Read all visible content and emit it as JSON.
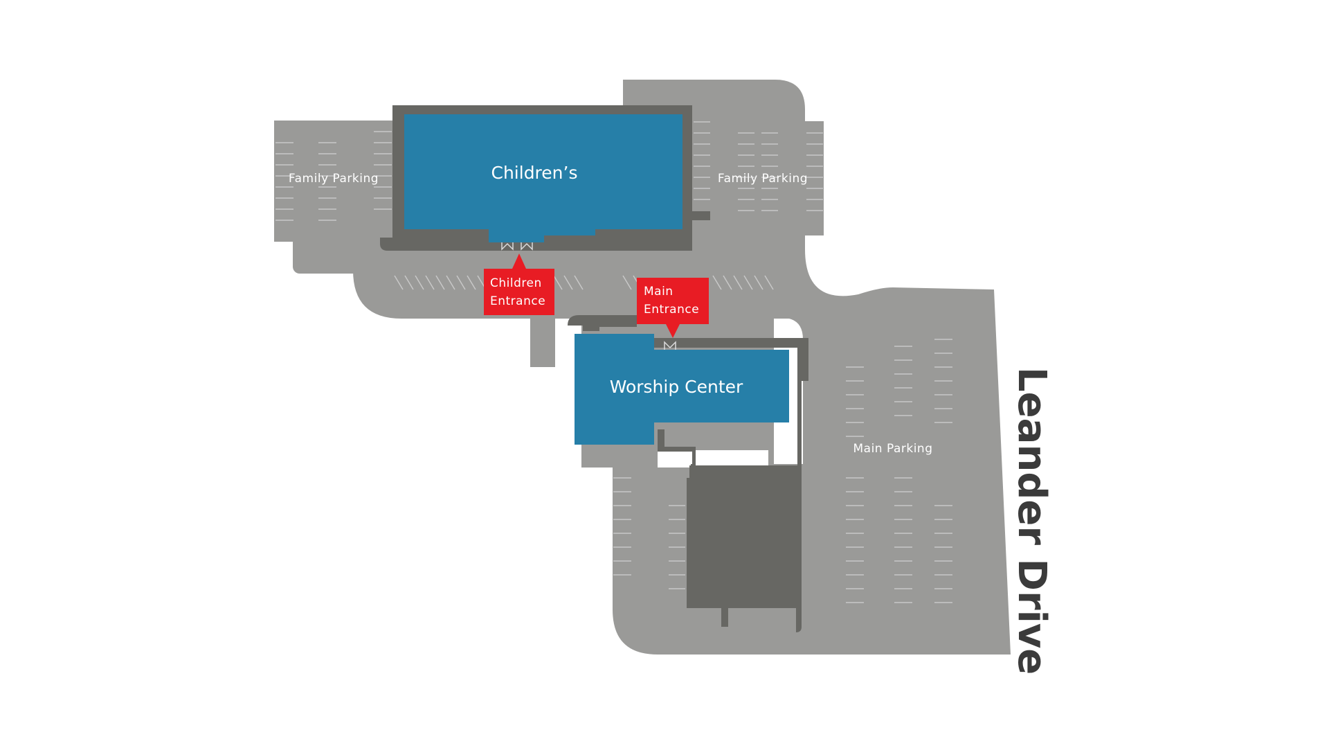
{
  "map": {
    "colors": {
      "background": "#ffffff",
      "pavement": "#9a9a98",
      "building_outline": "#676763",
      "building_fill": "#267fa8",
      "entrance_marker": "#e81c24",
      "road_label": "#3b3b3b",
      "stall_lines": "#c8c8c8"
    },
    "buildings": {
      "childrens": "Children’s",
      "worship_center": "Worship Center"
    },
    "parking": {
      "family_west": "Family Parking",
      "family_east": "Family Parking",
      "main": "Main Parking"
    },
    "entrances": {
      "children": {
        "line1": "Children",
        "line2": "Entrance"
      },
      "main": {
        "line1": "Main",
        "line2": "Entrance"
      }
    },
    "road": "Leander Drive"
  }
}
